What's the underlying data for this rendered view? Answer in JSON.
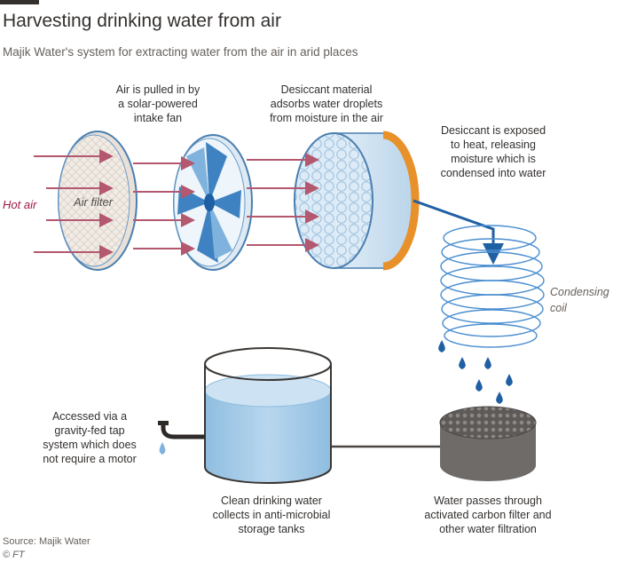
{
  "header": {
    "title": "Harvesting drinking water from air",
    "subtitle": "Majik Water's system for extracting water from the air in arid places"
  },
  "labels": {
    "hot_air": "Hot air",
    "air_filter": "Air filter",
    "fan_line1": "Air is pulled in by",
    "fan_line2": "a solar-powered",
    "fan_line3": "intake fan",
    "desiccant_line1": "Desiccant material",
    "desiccant_line2": "adsorbs water droplets",
    "desiccant_line3": "from moisture in the air",
    "heat_line1": "Desiccant is exposed",
    "heat_line2": "to heat, releasing",
    "heat_line3": "moisture which is",
    "heat_line4": "condensed into water",
    "coil_line1": "Condensing",
    "coil_line2": "coil",
    "tap_line1": "Accessed via a",
    "tap_line2": "gravity-fed tap",
    "tap_line3": "system which does",
    "tap_line4": "not require a motor",
    "tank_line1": "Clean drinking water",
    "tank_line2": "collects in anti-microbial",
    "tank_line3": "storage tanks",
    "filter_line1": "Water passes through",
    "filter_line2": "activated carbon filter and",
    "filter_line3": "other water filtration"
  },
  "footer": {
    "source": "Source: Majik Water",
    "credit": "© FT"
  },
  "colors": {
    "air_arrow": "#b3586e",
    "water_blue": "#1f5fa3",
    "tank_water": "#a8cde8",
    "desiccant_blue": "#cfe3f2",
    "heater_orange": "#e8902a",
    "carbon_filter": "#6f6b68",
    "title_text": "#33302e"
  },
  "icons": [
    "air-filter-disc",
    "intake-fan",
    "desiccant-drum",
    "condensing-coil",
    "water-drop",
    "carbon-filter",
    "storage-tank",
    "tap"
  ]
}
